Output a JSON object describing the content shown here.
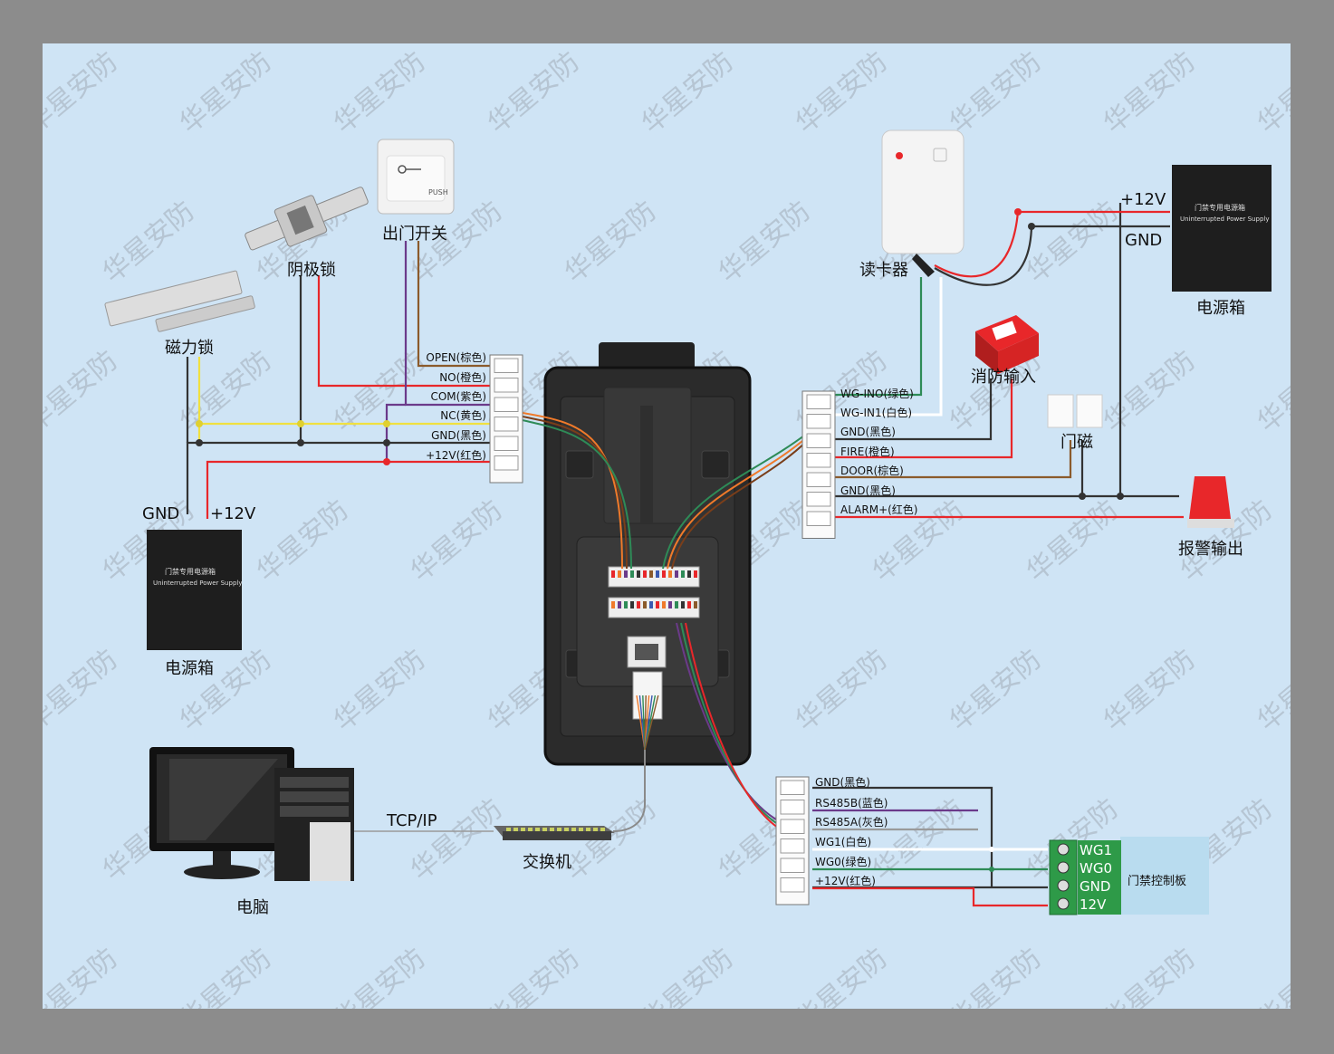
{
  "devices": {
    "exit_button": "出门开关",
    "cathode_lock": "阴极锁",
    "mag_lock": "磁力锁",
    "card_reader": "读卡器",
    "psu_right": "电源箱",
    "psu_left": "电源箱",
    "fire_input": "消防输入",
    "door_sensor": "门磁",
    "alarm_output": "报警输出",
    "computer": "电脑",
    "switch": "交换机",
    "control_board": "门禁控制板"
  },
  "psu_right_labels": {
    "v12": "+12V",
    "gnd": "GND"
  },
  "psu_left_labels": {
    "gnd": "GND",
    "v12": "+12V"
  },
  "psu_box_text": {
    "title": "门禁专用电源箱",
    "subtitle": "Uninterrupted Power Supply"
  },
  "exit_button_text": "PUSH",
  "network_label": "TCP/IP",
  "left_terminal": [
    "OPEN(棕色)",
    "NO(橙色)",
    "COM(紫色)",
    "NC(黄色)",
    "GND(黑色)",
    "+12V(红色)"
  ],
  "right_terminal": [
    "WG-INO(绿色)",
    "WG-IN1(白色)",
    "GND(黑色)",
    "FIRE(橙色)",
    "DOOR(棕色)",
    "GND(黑色)",
    "ALARM+(红色)"
  ],
  "bottom_terminal": [
    "GND(黑色)",
    "RS485B(蓝色)",
    "RS485A(灰色)",
    "WG1(白色)",
    "WG0(绿色)",
    "+12V(红色)"
  ],
  "board_pins": [
    "WG1",
    "WG0",
    "GND",
    "12V"
  ],
  "watermark": "华星安防",
  "colors": {
    "red": "#e8272a",
    "black": "#333333",
    "orange": "#f07a2a",
    "brown": "#8b5a2b",
    "yellow": "#f0e040",
    "purple": "#6b3a8a",
    "green": "#2e8b57",
    "white": "#ffffff",
    "blue": "#3a5ab0",
    "gray": "#9a9a9a",
    "background": "#cfe4f5"
  }
}
